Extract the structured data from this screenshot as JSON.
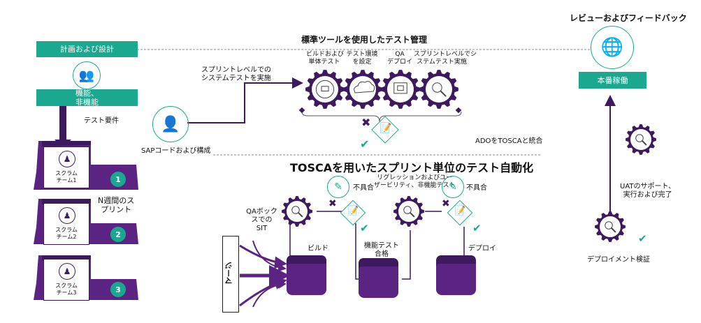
{
  "header": {
    "main_title": "標準ツールを使用したテスト管理",
    "review_title": "レビューおよびフィードバック"
  },
  "planning": {
    "box_label": "計画および設計",
    "icon": "team-icon",
    "functional_label_line1": "機能、",
    "functional_label_line2": "非機能",
    "requirements_label": "テスト要件"
  },
  "scrum_teams": [
    {
      "label_line1": "スクラム",
      "label_line2": "チーム1",
      "number": "1"
    },
    {
      "label_line1": "スクラム",
      "label_line2": "チーム2",
      "number": "2"
    },
    {
      "label_line1": "スクラム",
      "label_line2": "チーム3",
      "number": "3"
    }
  ],
  "sprint_label_line1": "N週間のス",
  "sprint_label_line2": "プリント",
  "sap": {
    "label": "SAPコードおよび構成",
    "icon": "developer-icon",
    "arrow_label_line1": "スプリントレベルでの",
    "arrow_label_line2": "システムテストを実施"
  },
  "tool_gears": [
    {
      "line1": "ビルドおよび",
      "line2": "単体テスト",
      "icon": "laptop-network-icon"
    },
    {
      "line1": "テスト環境",
      "line2": "を設定",
      "icon": "cloud-icon"
    },
    {
      "line1": "QA",
      "line2": "デプロイ",
      "icon": "monitor-icon"
    },
    {
      "line1": "スプリントレベルでシ",
      "line2": "ステムテスト実施",
      "icon": "magnifier-icon"
    }
  ],
  "ado_label": "ADOをTOSCAと統合",
  "tosca": {
    "title": "TOSCAを用いたスプリント単位のテスト自動化",
    "defect_label": "不具合",
    "regression_line1": "リグレッションおよびユー",
    "regression_line2": "ザービリティ、非機能テスト",
    "qa_sit_line1": "QAボック",
    "qa_sit_line2": "スでの",
    "qa_sit_line3": "SIT",
    "build_label": "ビルド",
    "functional_pass_line1": "機能テスト",
    "functional_pass_line2": "合格",
    "deploy_label": "デプロイ",
    "merge_label": "マージ"
  },
  "production": {
    "box_label": "本番稼働",
    "icon": "globe-user-icon",
    "uat_line1": "UATのサポート、",
    "uat_line2": "実行および完了",
    "deploy_verify_label": "デプロイメント検証"
  },
  "colors": {
    "teal": "#1aa890",
    "purple_dark": "#3d1a5e",
    "purple": "#5b2482",
    "check_teal": "#1aa890"
  }
}
